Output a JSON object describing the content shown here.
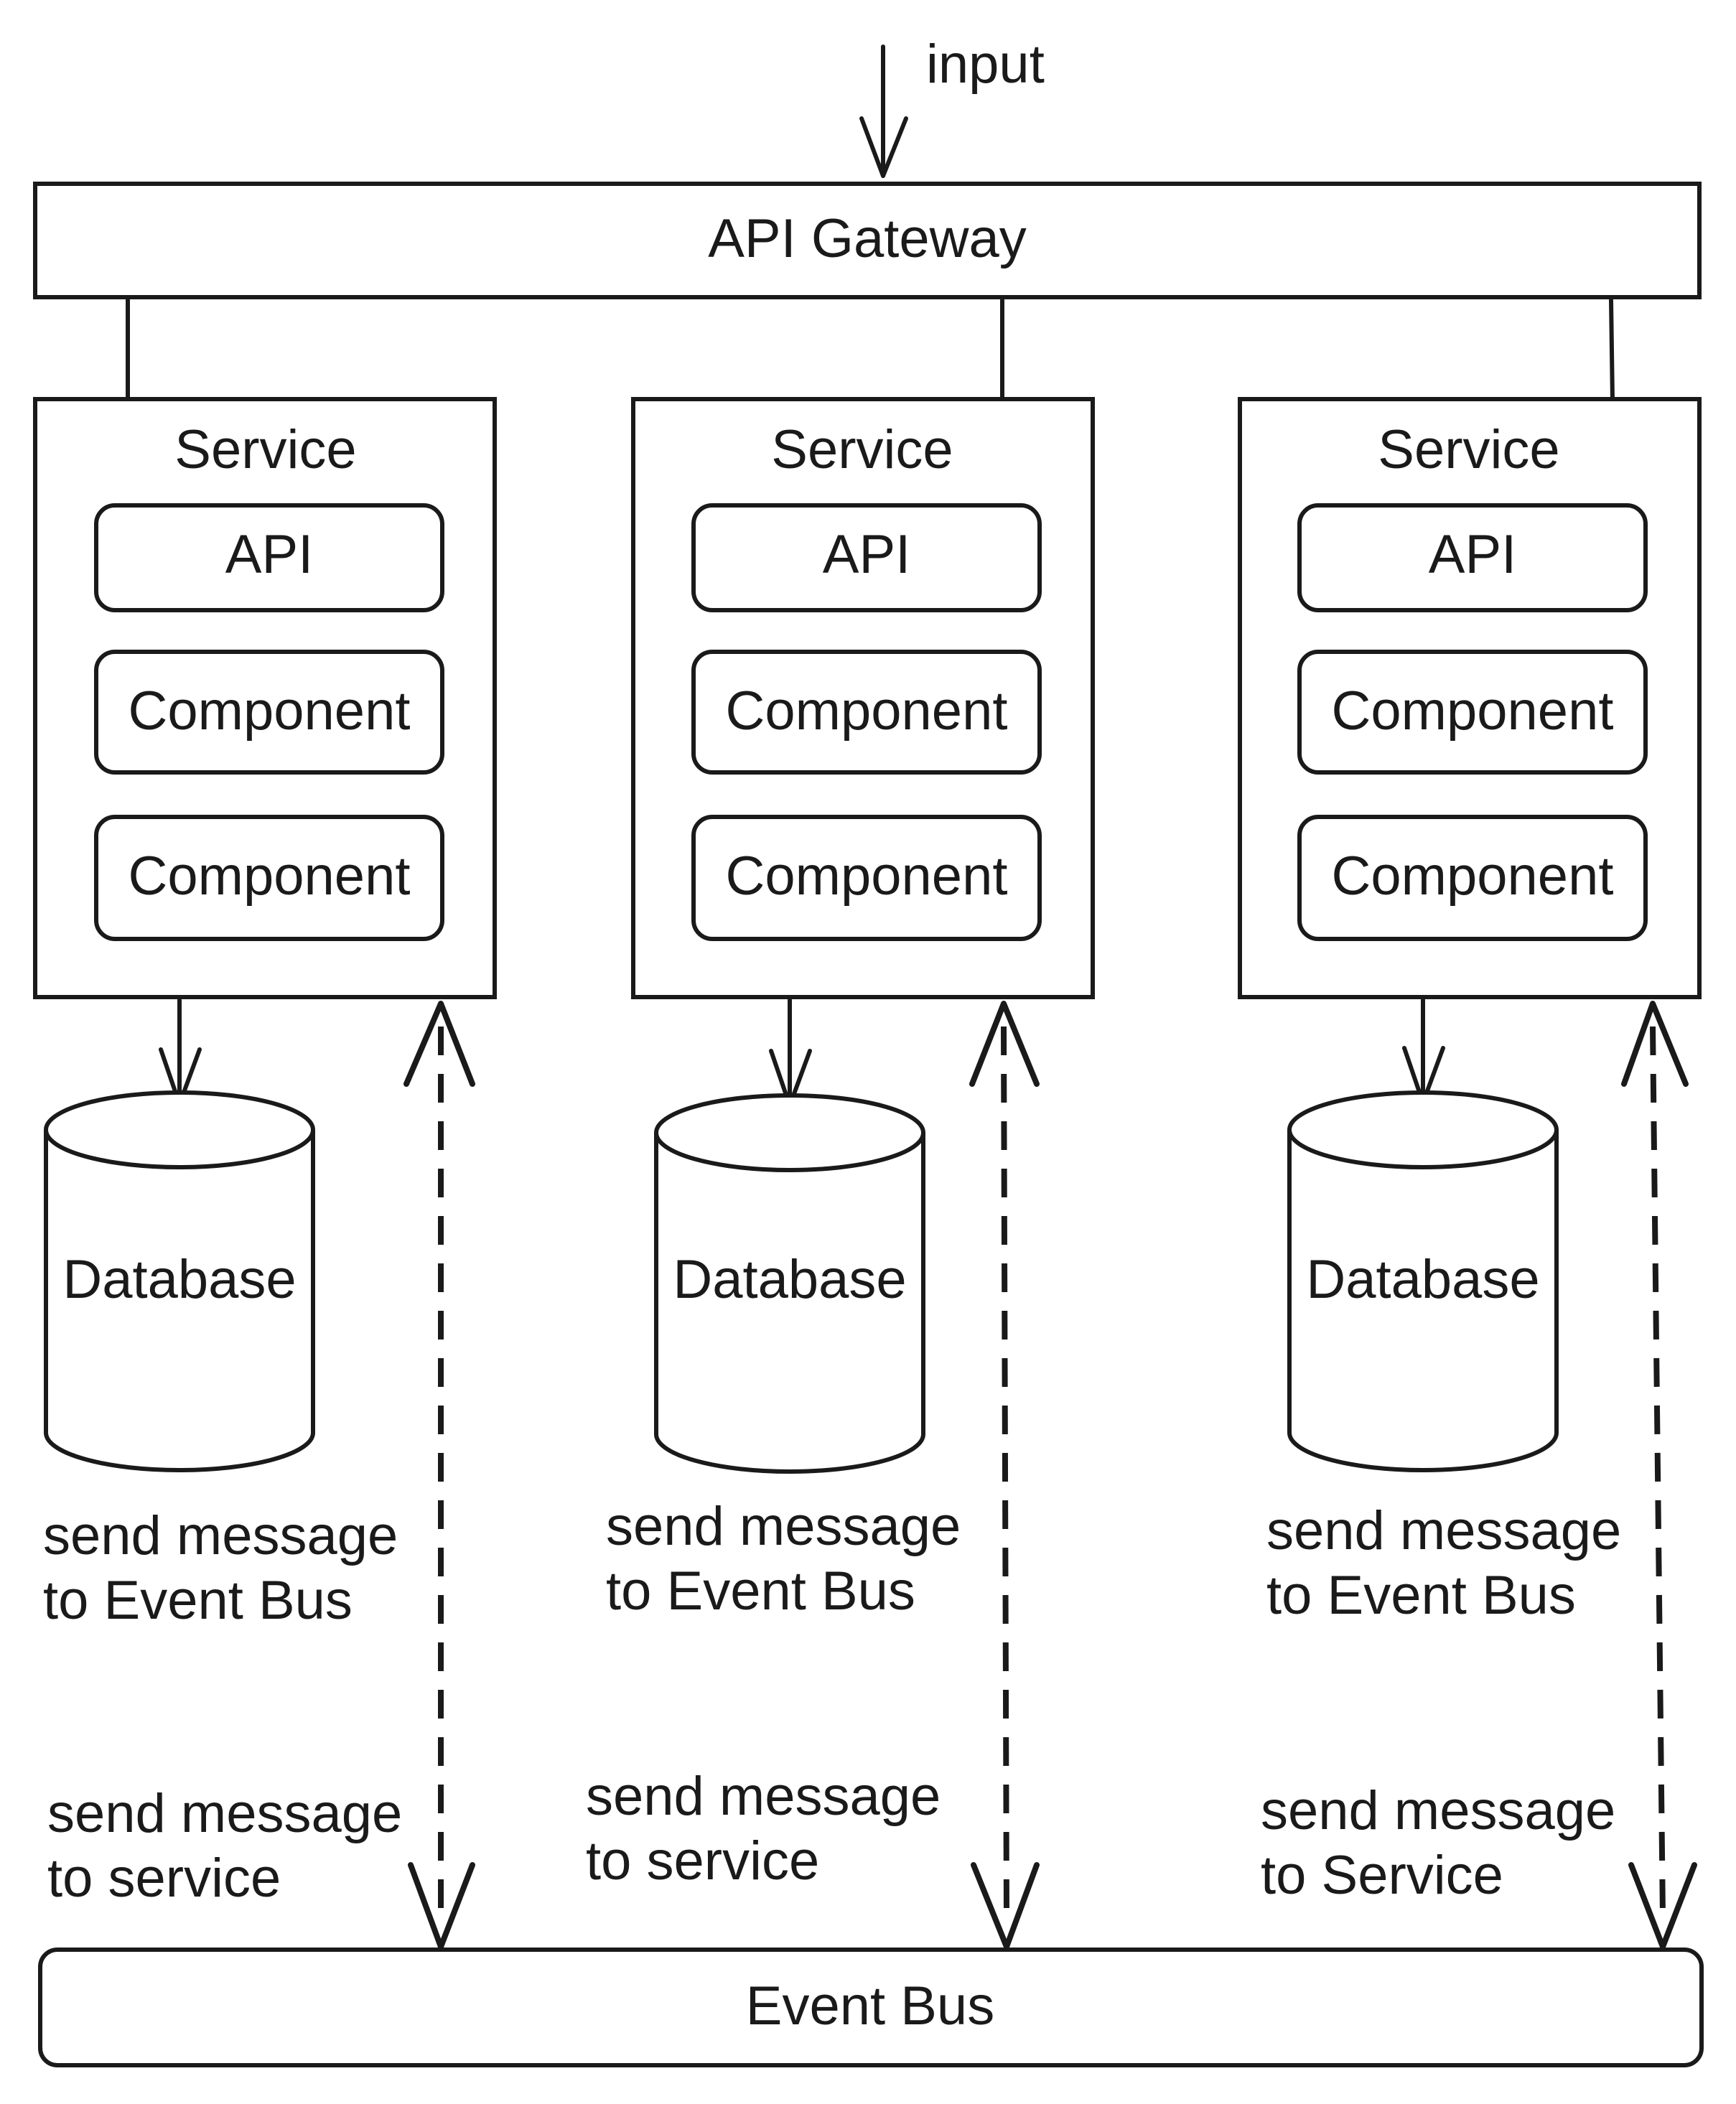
{
  "input_label": "input",
  "gateway_label": "API Gateway",
  "event_bus_label": "Event Bus",
  "services": [
    {
      "title": "Service",
      "api_label": "API",
      "components": [
        "Component",
        "Component"
      ],
      "database_label": "Database",
      "send_to_bus": [
        "send message",
        "to Event Bus"
      ],
      "send_to_service": [
        "send message",
        "to service"
      ]
    },
    {
      "title": "Service",
      "api_label": "API",
      "components": [
        "Component",
        "Component"
      ],
      "database_label": "Database",
      "send_to_bus": [
        "send message",
        "to Event Bus"
      ],
      "send_to_service": [
        "send message",
        "to service"
      ]
    },
    {
      "title": "Service",
      "api_label": "API",
      "components": [
        "Component",
        "Component"
      ],
      "database_label": "Database",
      "send_to_bus": [
        "send message",
        "to Event Bus"
      ],
      "send_to_service": [
        "send message",
        "to Service"
      ]
    }
  ]
}
